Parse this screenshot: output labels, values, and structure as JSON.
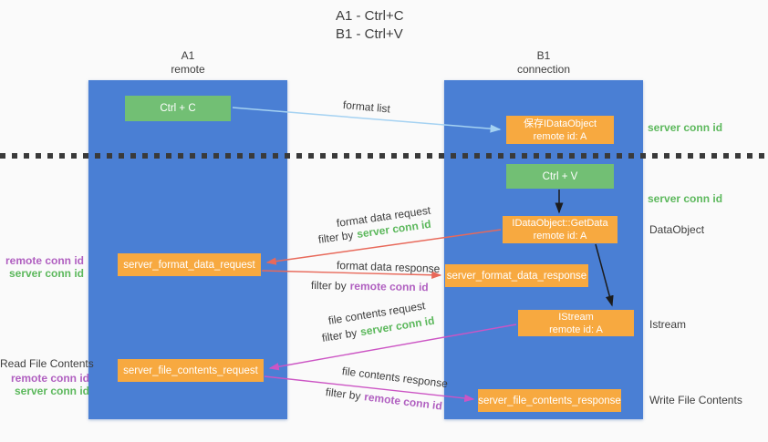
{
  "colors": {
    "lane_blue": "#4a7fd4",
    "box_green": "#72bf74",
    "box_orange": "#f7a940",
    "arrow_lightblue": "#a5d2f2",
    "arrow_salmon": "#e8695a",
    "arrow_magenta": "#cc55c4",
    "arrow_black": "#1c1c1c",
    "text_green": "#5cb85c",
    "text_purple": "#b05fc0",
    "text_dark": "#3d3d3d"
  },
  "header": {
    "title_line1": "A1 - Ctrl+C",
    "title_line2": "B1 - Ctrl+V"
  },
  "lanes": {
    "a": {
      "name": "A1",
      "type": "remote"
    },
    "b": {
      "name": "B1",
      "type": "connection"
    }
  },
  "boxes": {
    "ctrl_c": "Ctrl + C",
    "save_obj_line1": "保存IDataObject",
    "save_obj_line2": "remote id: A",
    "ctrl_v": "Ctrl + V",
    "getdata_line1": "IDataObject::GetData",
    "getdata_line2": "remote id: A",
    "format_request": "server_format_data_request",
    "format_response": "server_format_data_response",
    "istream_line1": "IStream",
    "istream_line2": "remote id: A",
    "file_request": "server_file_contents_request",
    "file_response": "server_file_contents_response"
  },
  "annotations": {
    "server_conn_id_top": "server conn id",
    "server_conn_id_mid": "server conn id",
    "dataobject": "DataObject",
    "istream": "Istream",
    "write_file_contents": "Write File Contents",
    "read_file_contents": "Read File Contents",
    "left1_remote": "remote conn id",
    "left1_server": "server conn id",
    "left2_remote": "remote conn id",
    "left2_server": "server conn id"
  },
  "arrows": {
    "format_list": "format list",
    "format_data_request": "format data request",
    "format_data_response": "format data response",
    "file_contents_request": "file contents request",
    "file_contents_response": "file contents response",
    "filter_by": "filter by",
    "server_conn_id": "server conn id",
    "remote_conn_id": "remote conn id"
  }
}
